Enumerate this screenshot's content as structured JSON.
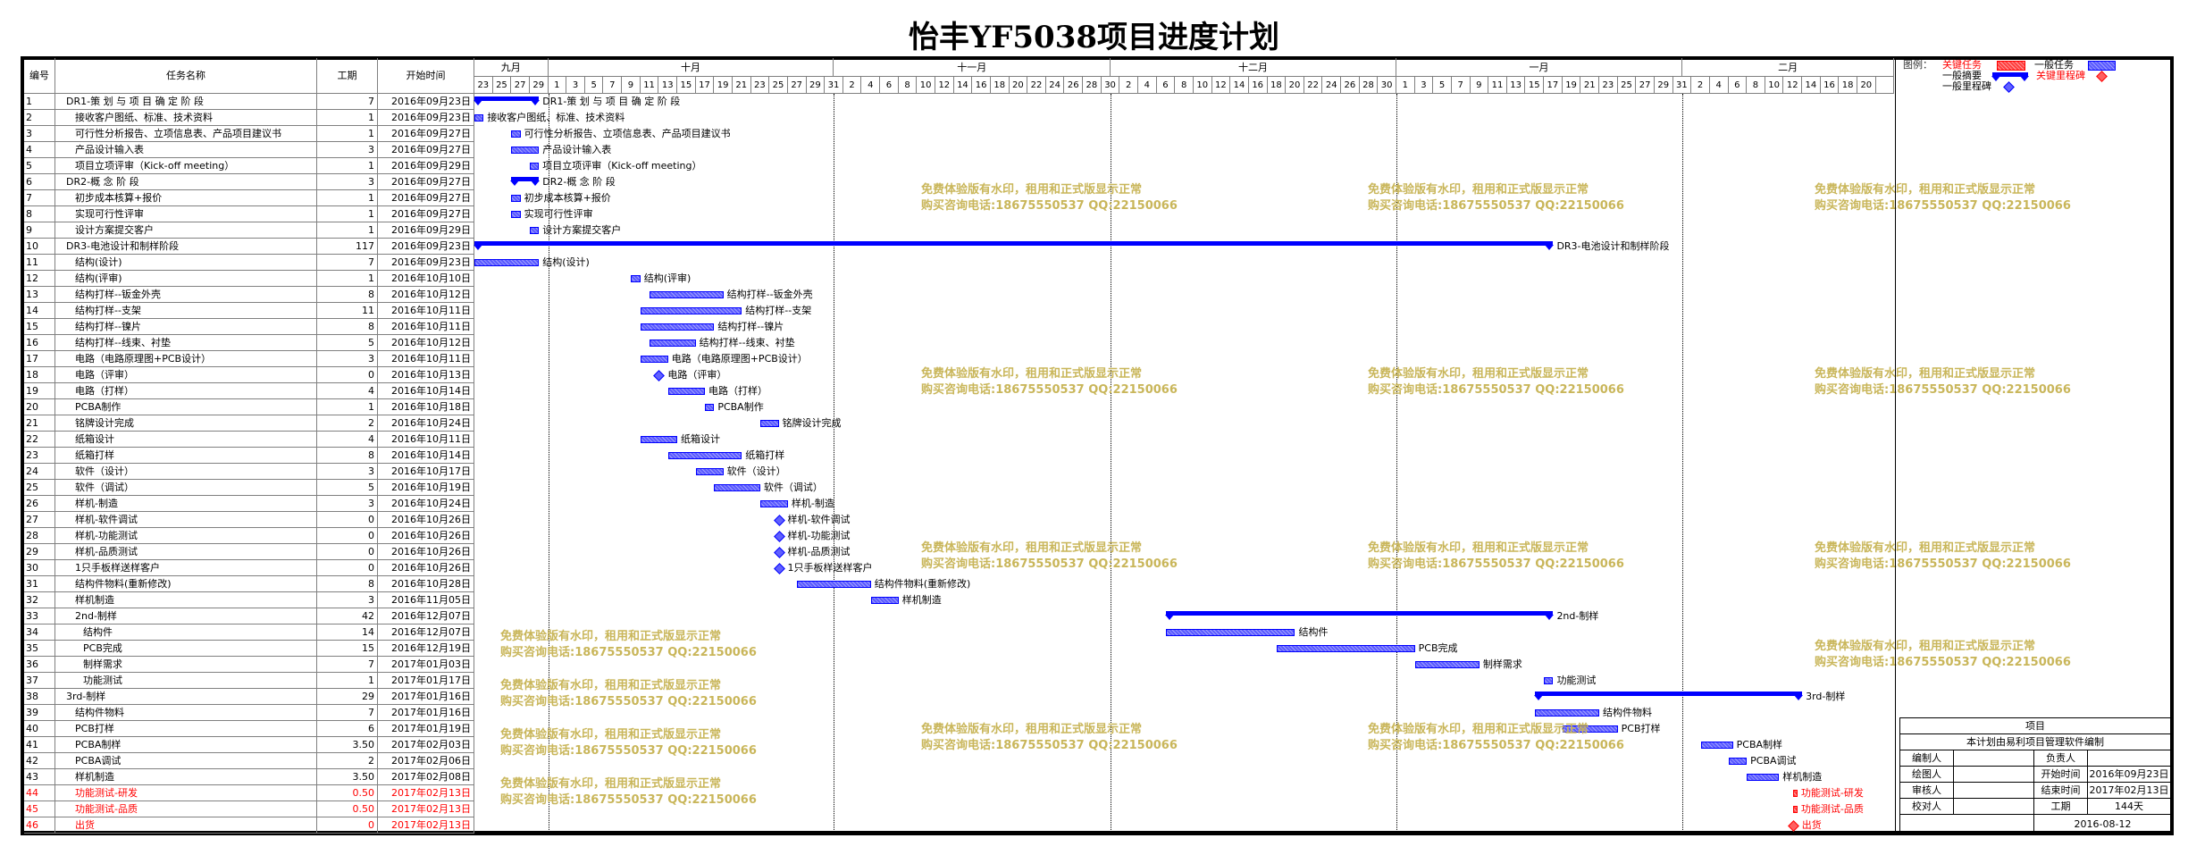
{
  "title": "怡丰YF5038项目进度计划",
  "header": {
    "id": "编号",
    "name": "任务名称",
    "duration": "工期",
    "start": "开始时间"
  },
  "timeline": {
    "months": [
      {
        "label": "九月",
        "days": 8
      },
      {
        "label": "十月",
        "days": 31
      },
      {
        "label": "十一月",
        "days": 30
      },
      {
        "label": "十二月",
        "days": 31
      },
      {
        "label": "一月",
        "days": 31
      },
      {
        "label": "二月",
        "days": 23
      }
    ],
    "day_labels": [
      "23",
      "25",
      "27",
      "29",
      "1",
      "3",
      "5",
      "7",
      "9",
      "11",
      "13",
      "15",
      "17",
      "19",
      "21",
      "23",
      "25",
      "27",
      "29",
      "31",
      "2",
      "4",
      "6",
      "8",
      "10",
      "12",
      "14",
      "16",
      "18",
      "20",
      "22",
      "24",
      "26",
      "28",
      "30",
      "2",
      "4",
      "6",
      "8",
      "10",
      "12",
      "14",
      "16",
      "18",
      "20",
      "22",
      "24",
      "26",
      "28",
      "30",
      "1",
      "3",
      "5",
      "7",
      "9",
      "11",
      "13",
      "15",
      "17",
      "19",
      "21",
      "23",
      "25",
      "27",
      "29",
      "31",
      "2",
      "4",
      "6",
      "8",
      "10",
      "12",
      "14",
      "16",
      "18",
      "20",
      ""
    ],
    "origin": "2016年09月23日"
  },
  "chart_data": {
    "type": "gantt",
    "title": "怡丰YF5038项目进度计划",
    "rows": [
      {
        "id": "1",
        "name": "DR1-策 划 与 项 目 确 定 阶 段",
        "dur": "7",
        "start": "2016年09月23日",
        "type": "summary",
        "level": 0
      },
      {
        "id": "2",
        "name": "接收客户图纸、标准、技术资料",
        "dur": "1",
        "start": "2016年09月23日",
        "type": "task",
        "level": 1
      },
      {
        "id": "3",
        "name": "可行性分析报告、立项信息表、产品项目建议书",
        "dur": "1",
        "start": "2016年09月27日",
        "type": "task",
        "level": 1
      },
      {
        "id": "4",
        "name": "产品设计输入表",
        "dur": "3",
        "start": "2016年09月27日",
        "type": "task",
        "level": 1
      },
      {
        "id": "5",
        "name": "项目立项评审（Kick-off meeting）",
        "dur": "1",
        "start": "2016年09月29日",
        "type": "task",
        "level": 1
      },
      {
        "id": "6",
        "name": "DR2-概 念 阶 段",
        "dur": "3",
        "start": "2016年09月27日",
        "type": "summary",
        "level": 0
      },
      {
        "id": "7",
        "name": "初步成本核算+报价",
        "dur": "1",
        "start": "2016年09月27日",
        "type": "task",
        "level": 1
      },
      {
        "id": "8",
        "name": "实现可行性评审",
        "dur": "1",
        "start": "2016年09月27日",
        "type": "task",
        "level": 1
      },
      {
        "id": "9",
        "name": "设计方案提交客户",
        "dur": "1",
        "start": "2016年09月29日",
        "type": "task",
        "level": 1
      },
      {
        "id": "10",
        "name": "DR3-电池设计和制样阶段",
        "dur": "117",
        "start": "2016年09月23日",
        "type": "summary",
        "level": 0
      },
      {
        "id": "11",
        "name": "结构(设计)",
        "dur": "7",
        "start": "2016年09月23日",
        "type": "task",
        "level": 1
      },
      {
        "id": "12",
        "name": "结构(评审)",
        "dur": "1",
        "start": "2016年10月10日",
        "type": "task",
        "level": 1
      },
      {
        "id": "13",
        "name": "结构打样--钣金外壳",
        "dur": "8",
        "start": "2016年10月12日",
        "type": "task",
        "level": 1
      },
      {
        "id": "14",
        "name": "结构打样--支架",
        "dur": "11",
        "start": "2016年10月11日",
        "type": "task",
        "level": 1
      },
      {
        "id": "15",
        "name": "结构打样--镍片",
        "dur": "8",
        "start": "2016年10月11日",
        "type": "task",
        "level": 1
      },
      {
        "id": "16",
        "name": "结构打样--线束、衬垫",
        "dur": "5",
        "start": "2016年10月12日",
        "type": "task",
        "level": 1
      },
      {
        "id": "17",
        "name": "电路（电路原理图+PCB设计）",
        "dur": "3",
        "start": "2016年10月11日",
        "type": "task",
        "level": 1
      },
      {
        "id": "18",
        "name": "电路（评审）",
        "dur": "0",
        "start": "2016年10月13日",
        "type": "milestone",
        "level": 1
      },
      {
        "id": "19",
        "name": "电路（打样）",
        "dur": "4",
        "start": "2016年10月14日",
        "type": "task",
        "level": 1
      },
      {
        "id": "20",
        "name": "PCBA制作",
        "dur": "1",
        "start": "2016年10月18日",
        "type": "task",
        "level": 1
      },
      {
        "id": "21",
        "name": "铭牌设计完成",
        "dur": "2",
        "start": "2016年10月24日",
        "type": "task",
        "level": 1
      },
      {
        "id": "22",
        "name": "纸箱设计",
        "dur": "4",
        "start": "2016年10月11日",
        "type": "task",
        "level": 1
      },
      {
        "id": "23",
        "name": "纸箱打样",
        "dur": "8",
        "start": "2016年10月14日",
        "type": "task",
        "level": 1
      },
      {
        "id": "24",
        "name": "软件（设计）",
        "dur": "3",
        "start": "2016年10月17日",
        "type": "task",
        "level": 1
      },
      {
        "id": "25",
        "name": "软件（调试）",
        "dur": "5",
        "start": "2016年10月19日",
        "type": "task",
        "level": 1
      },
      {
        "id": "26",
        "name": "样机-制造",
        "dur": "3",
        "start": "2016年10月24日",
        "type": "task",
        "level": 1
      },
      {
        "id": "27",
        "name": "样机-软件调试",
        "dur": "0",
        "start": "2016年10月26日",
        "type": "milestone",
        "level": 1
      },
      {
        "id": "28",
        "name": "样机-功能测试",
        "dur": "0",
        "start": "2016年10月26日",
        "type": "milestone",
        "level": 1
      },
      {
        "id": "29",
        "name": "样机-品质测试",
        "dur": "0",
        "start": "2016年10月26日",
        "type": "milestone",
        "level": 1
      },
      {
        "id": "30",
        "name": "1只手板样送样客户",
        "dur": "0",
        "start": "2016年10月26日",
        "type": "milestone",
        "level": 1
      },
      {
        "id": "31",
        "name": "结构件物料(重新修改)",
        "dur": "8",
        "start": "2016年10月28日",
        "type": "task",
        "level": 1
      },
      {
        "id": "32",
        "name": "样机制造",
        "dur": "3",
        "start": "2016年11月05日",
        "type": "task",
        "level": 1
      },
      {
        "id": "33",
        "name": "2nd-制样",
        "dur": "42",
        "start": "2016年12月07日",
        "type": "summary",
        "level": 1
      },
      {
        "id": "34",
        "name": "结构件",
        "dur": "14",
        "start": "2016年12月07日",
        "type": "task",
        "level": 2
      },
      {
        "id": "35",
        "name": "PCB完成",
        "dur": "15",
        "start": "2016年12月19日",
        "type": "task",
        "level": 2
      },
      {
        "id": "36",
        "name": "制样需求",
        "dur": "7",
        "start": "2017年01月03日",
        "type": "task",
        "level": 2
      },
      {
        "id": "37",
        "name": "功能测试",
        "dur": "1",
        "start": "2017年01月17日",
        "type": "task",
        "level": 2
      },
      {
        "id": "38",
        "name": "3rd-制样",
        "dur": "29",
        "start": "2017年01月16日",
        "type": "summary",
        "level": 0
      },
      {
        "id": "39",
        "name": "结构件物料",
        "dur": "7",
        "start": "2017年01月16日",
        "type": "task",
        "level": 1
      },
      {
        "id": "40",
        "name": "PCB打样",
        "dur": "6",
        "start": "2017年01月19日",
        "type": "task",
        "level": 1
      },
      {
        "id": "41",
        "name": "PCBA制样",
        "dur": "3.50",
        "start": "2017年02月03日",
        "type": "task",
        "level": 1
      },
      {
        "id": "42",
        "name": "PCBA调试",
        "dur": "2",
        "start": "2017年02月06日",
        "type": "task",
        "level": 1
      },
      {
        "id": "43",
        "name": "样机制造",
        "dur": "3.50",
        "start": "2017年02月08日",
        "type": "task",
        "level": 1
      },
      {
        "id": "44",
        "name": "功能测试-研发",
        "dur": "0.50",
        "start": "2017年02月13日",
        "type": "critical",
        "level": 1
      },
      {
        "id": "45",
        "name": "功能测试-品质",
        "dur": "0.50",
        "start": "2017年02月13日",
        "type": "critical",
        "level": 1
      },
      {
        "id": "46",
        "name": "出货",
        "dur": "0",
        "start": "2017年02月13日",
        "type": "critical-milestone",
        "level": 1
      }
    ]
  },
  "legend": {
    "title": "图例：",
    "critical_task": "关键任务",
    "normal_task": "一般任务",
    "summary": "一般摘要",
    "critical_milestone": "关键里程碑",
    "normal_milestone": "一般里程碑"
  },
  "info": {
    "project": "项目",
    "made_by_software": "本计划由易利项目管理软件编制",
    "compiler": "编制人",
    "owner": "负责人",
    "drawer": "绘图人",
    "start_label": "开始时间",
    "start_value": "2016年09月23日",
    "reviewer": "审核人",
    "end_label": "结束时间",
    "end_value": "2017年02月13日",
    "proofreader": "校对人",
    "duration_label": "工期",
    "duration_value": "144天",
    "date": "2016-08-12"
  },
  "watermark": {
    "line1": "免费体验版有水印，租用和正式版显示正常",
    "line2": "购买咨询电话:18675550537 QQ:22150066"
  },
  "colors": {
    "normal": "#0000ff",
    "critical": "#ff0000",
    "watermark": "#c9b65a"
  }
}
